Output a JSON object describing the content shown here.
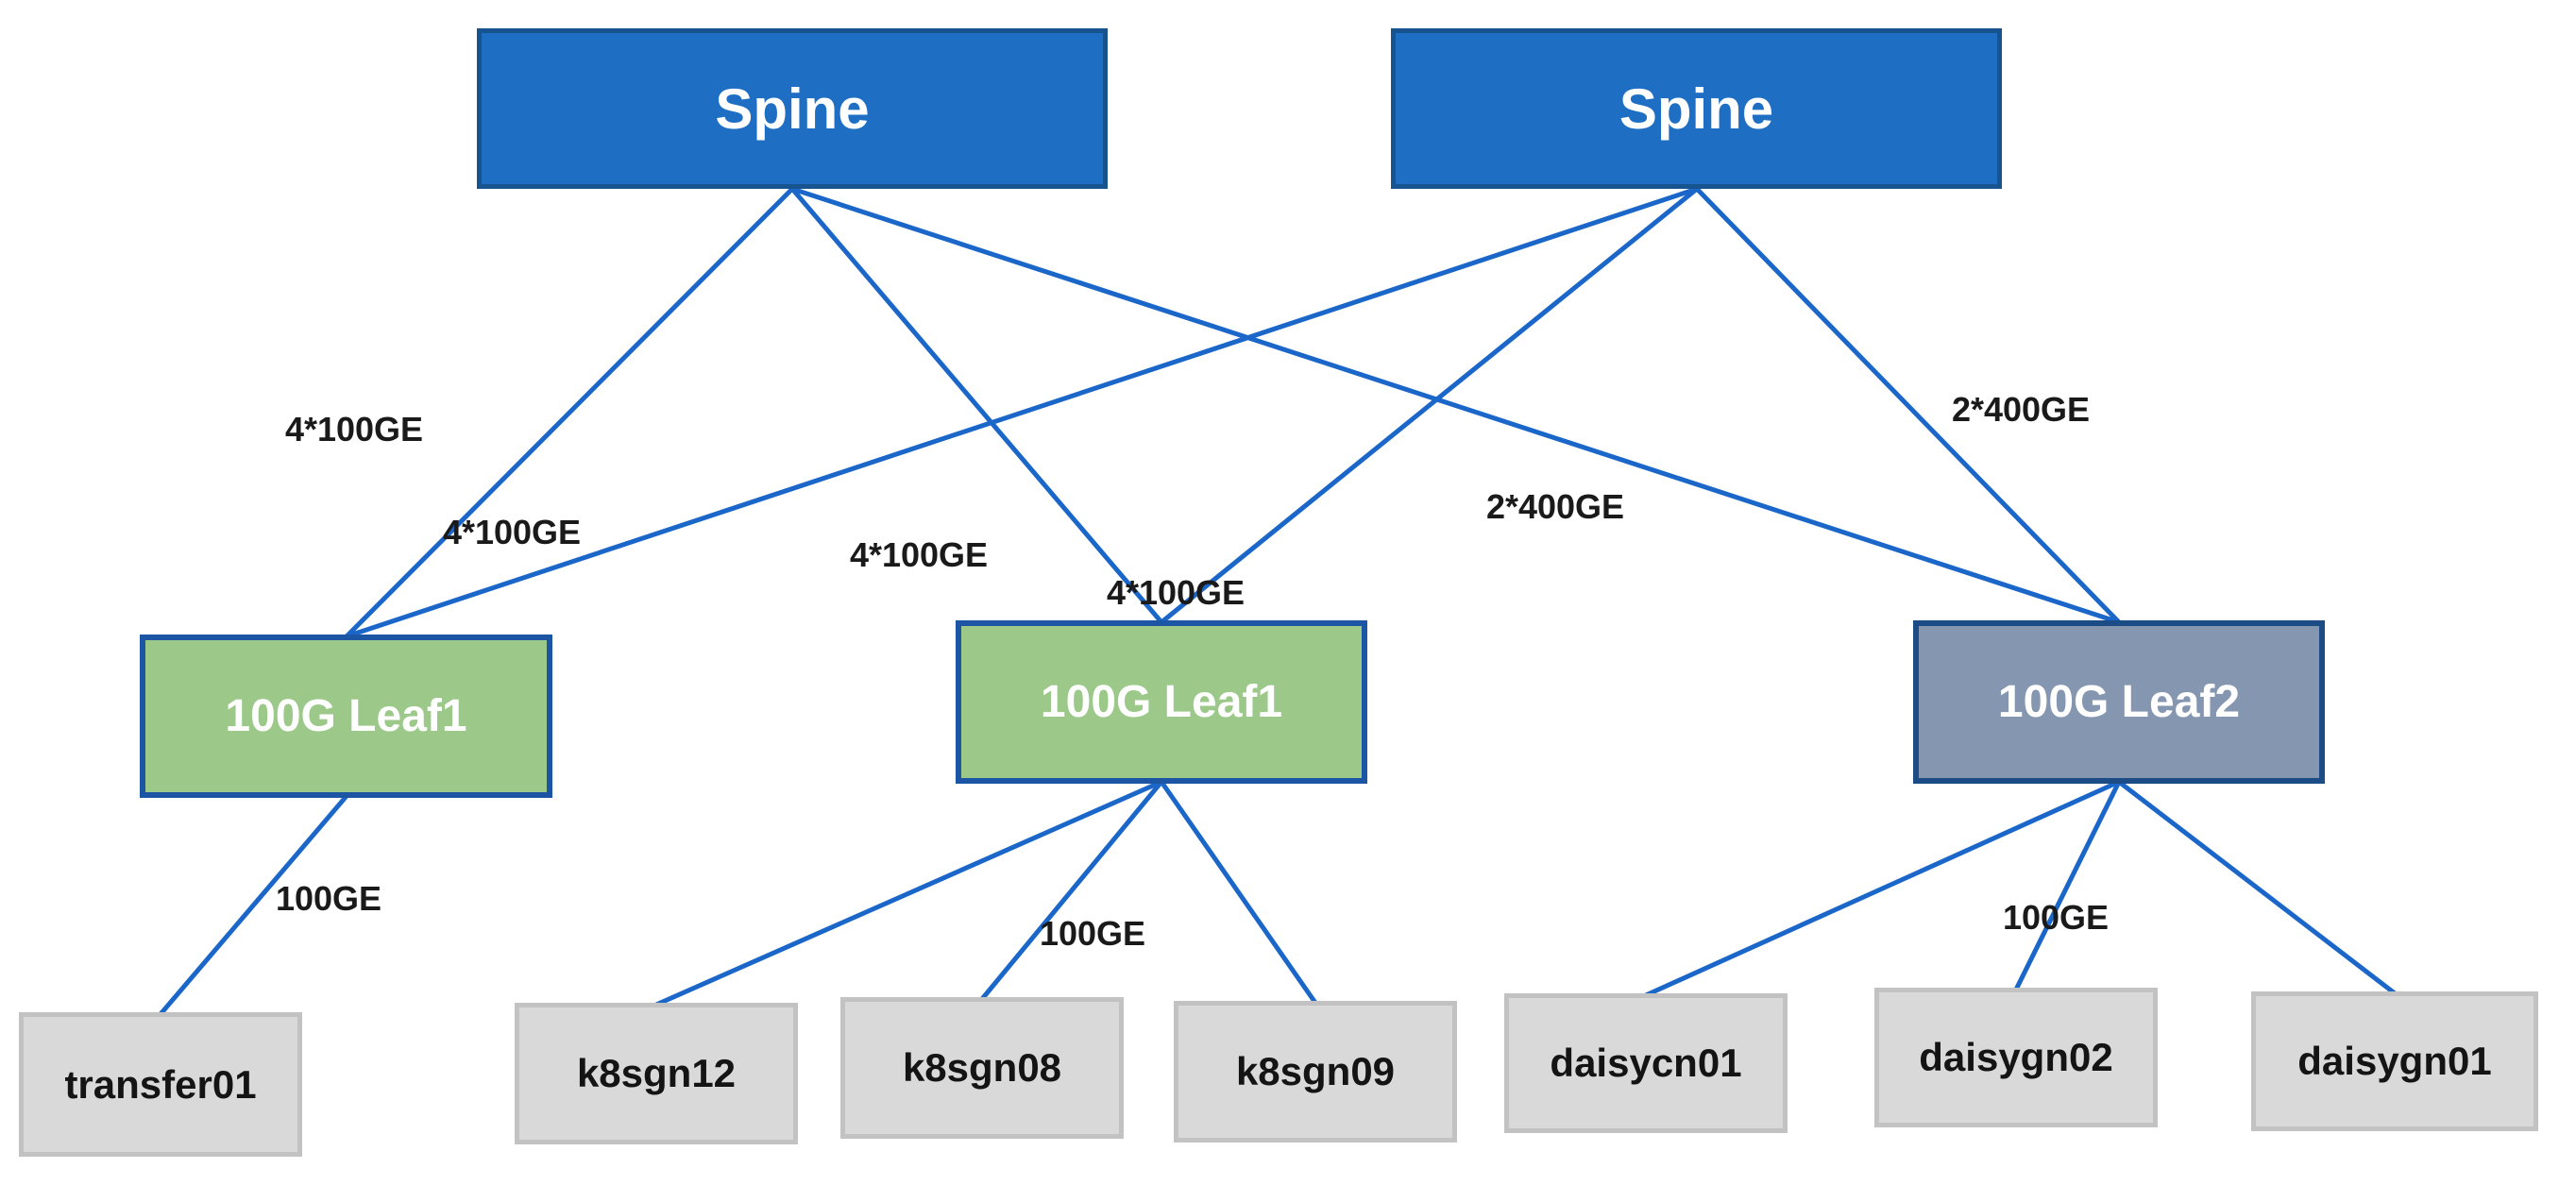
{
  "diagram": {
    "type": "network-topology",
    "nodes": [
      {
        "id": "spine-1",
        "label": "Spine",
        "role": "spine"
      },
      {
        "id": "spine-2",
        "label": "Spine",
        "role": "spine"
      },
      {
        "id": "leaf-1a",
        "label": "100G Leaf1",
        "role": "leaf"
      },
      {
        "id": "leaf-1b",
        "label": "100G Leaf1",
        "role": "leaf"
      },
      {
        "id": "leaf-2",
        "label": "100G Leaf2",
        "role": "leaf"
      },
      {
        "id": "transfer01",
        "label": "transfer01",
        "role": "server"
      },
      {
        "id": "k8sgn12",
        "label": "k8sgn12",
        "role": "server"
      },
      {
        "id": "k8sgn08",
        "label": "k8sgn08",
        "role": "server"
      },
      {
        "id": "k8sgn09",
        "label": "k8sgn09",
        "role": "server"
      },
      {
        "id": "daisycn01",
        "label": "daisycn01",
        "role": "server"
      },
      {
        "id": "daisygn02",
        "label": "daisygn02",
        "role": "server"
      },
      {
        "id": "daisygn01",
        "label": "daisygn01",
        "role": "server"
      }
    ],
    "links": [
      {
        "from": "spine-1",
        "to": "leaf-1a",
        "label": "4*100GE"
      },
      {
        "from": "spine-1",
        "to": "leaf-1b",
        "label": "4*100GE"
      },
      {
        "from": "spine-1",
        "to": "leaf-2",
        "label": "2*400GE"
      },
      {
        "from": "spine-2",
        "to": "leaf-1a",
        "label": "4*100GE"
      },
      {
        "from": "spine-2",
        "to": "leaf-1b",
        "label": "4*100GE"
      },
      {
        "from": "spine-2",
        "to": "leaf-2",
        "label": "2*400GE"
      },
      {
        "from": "leaf-1a",
        "to": "transfer01",
        "label": "100GE"
      },
      {
        "from": "leaf-1b",
        "to": "k8sgn12",
        "label": ""
      },
      {
        "from": "leaf-1b",
        "to": "k8sgn08",
        "label": ""
      },
      {
        "from": "leaf-1b",
        "to": "k8sgn09",
        "label": "100GE"
      },
      {
        "from": "leaf-2",
        "to": "daisycn01",
        "label": ""
      },
      {
        "from": "leaf-2",
        "to": "daisygn02",
        "label": "100GE"
      },
      {
        "from": "leaf-2",
        "to": "daisygn01",
        "label": ""
      }
    ],
    "colors": {
      "spine_fill": "#1e6fc4",
      "spine_border": "#17538e",
      "leaf1_fill": "#9cc98a",
      "leaf1_border": "#1d55a5",
      "leaf2_fill": "#8496b0",
      "leaf2_border": "#1c4c85",
      "server_fill": "#d9d9d9",
      "server_border": "#c2c2c2",
      "link_line": "#1a66c9",
      "label_text": "#1a1a1a"
    }
  }
}
